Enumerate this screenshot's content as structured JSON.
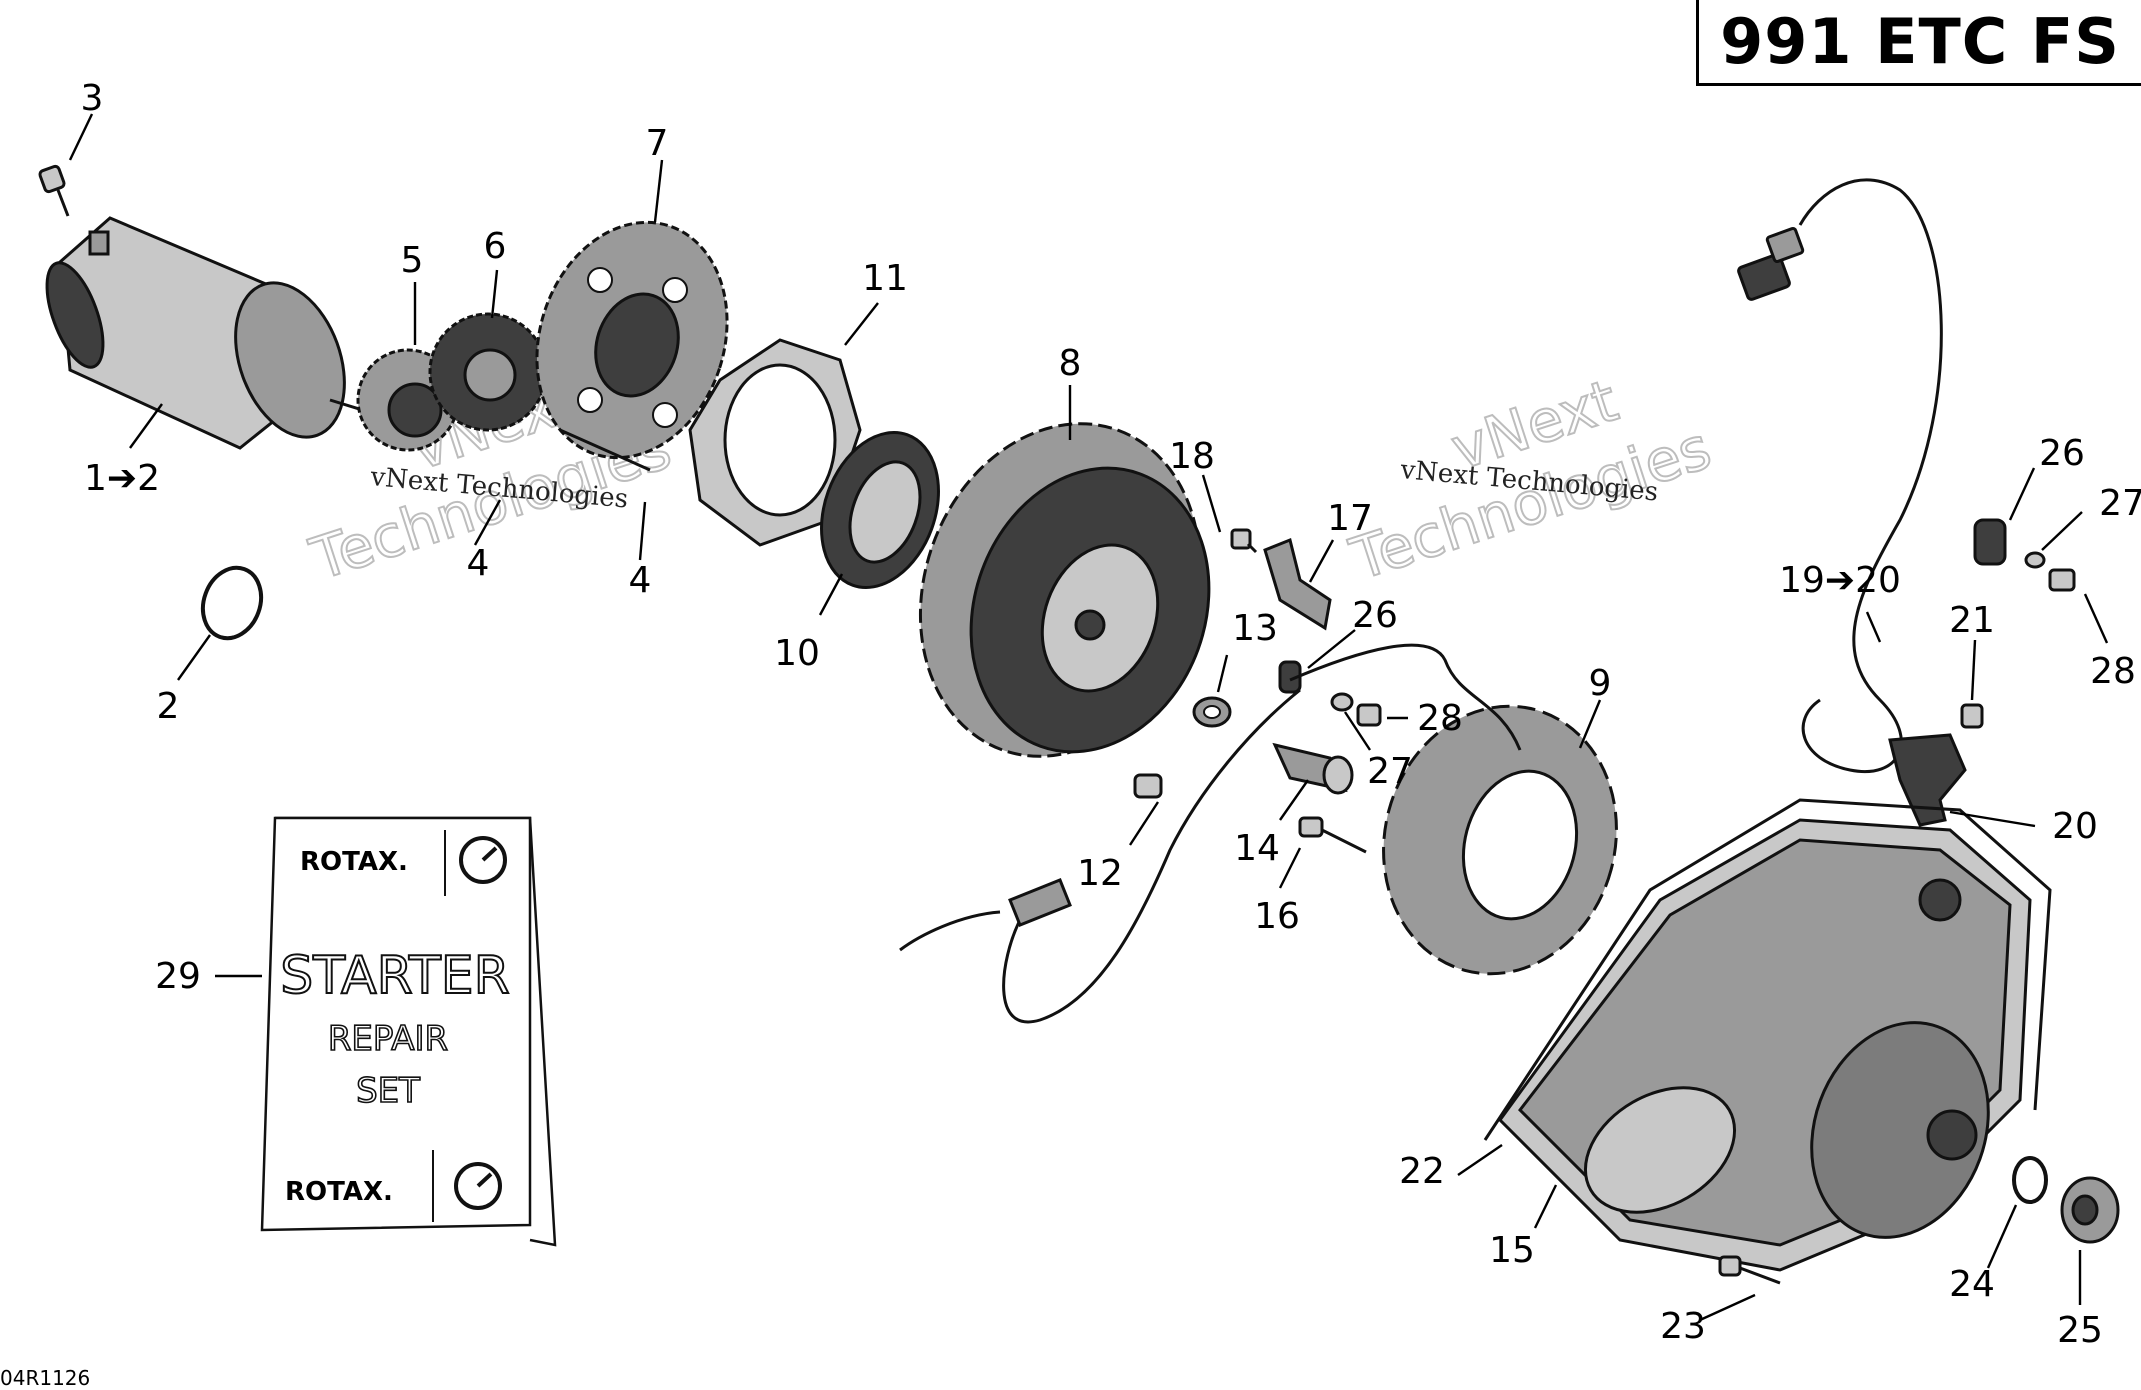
{
  "model_label": "991 ETC FS",
  "reference_code": "04R1126",
  "watermark": {
    "line1": "vNext",
    "line2": "Technologies",
    "small": "vNext Technologies"
  },
  "repair_set_card": {
    "brand_top": "ROTAX.",
    "line1": "STARTER",
    "line2": "REPAIR",
    "line3": "SET",
    "brand_bottom": "ROTAX."
  },
  "callouts": [
    {
      "id": "c-3",
      "text": "3"
    },
    {
      "id": "c-7",
      "text": "7"
    },
    {
      "id": "c-5",
      "text": "5"
    },
    {
      "id": "c-6",
      "text": "6"
    },
    {
      "id": "c-11",
      "text": "11"
    },
    {
      "id": "c-8",
      "text": "8"
    },
    {
      "id": "c-1to2",
      "text": "1➔2"
    },
    {
      "id": "c-4a",
      "text": "4"
    },
    {
      "id": "c-4b",
      "text": "4"
    },
    {
      "id": "c-2",
      "text": "2"
    },
    {
      "id": "c-10",
      "text": "10"
    },
    {
      "id": "c-18",
      "text": "18"
    },
    {
      "id": "c-17",
      "text": "17"
    },
    {
      "id": "c-13",
      "text": "13"
    },
    {
      "id": "c-26a",
      "text": "26"
    },
    {
      "id": "c-28a",
      "text": "28"
    },
    {
      "id": "c-27a",
      "text": "27"
    },
    {
      "id": "c-9",
      "text": "9"
    },
    {
      "id": "c-12",
      "text": "12"
    },
    {
      "id": "c-14",
      "text": "14"
    },
    {
      "id": "c-16",
      "text": "16"
    },
    {
      "id": "c-29",
      "text": "29"
    },
    {
      "id": "c-26b",
      "text": "26"
    },
    {
      "id": "c-27b",
      "text": "27"
    },
    {
      "id": "c-19to20",
      "text": "19➔20"
    },
    {
      "id": "c-21",
      "text": "21"
    },
    {
      "id": "c-28b",
      "text": "28"
    },
    {
      "id": "c-20",
      "text": "20"
    },
    {
      "id": "c-22",
      "text": "22"
    },
    {
      "id": "c-15",
      "text": "15"
    },
    {
      "id": "c-23",
      "text": "23"
    },
    {
      "id": "c-24",
      "text": "24"
    },
    {
      "id": "c-25",
      "text": "25"
    }
  ]
}
